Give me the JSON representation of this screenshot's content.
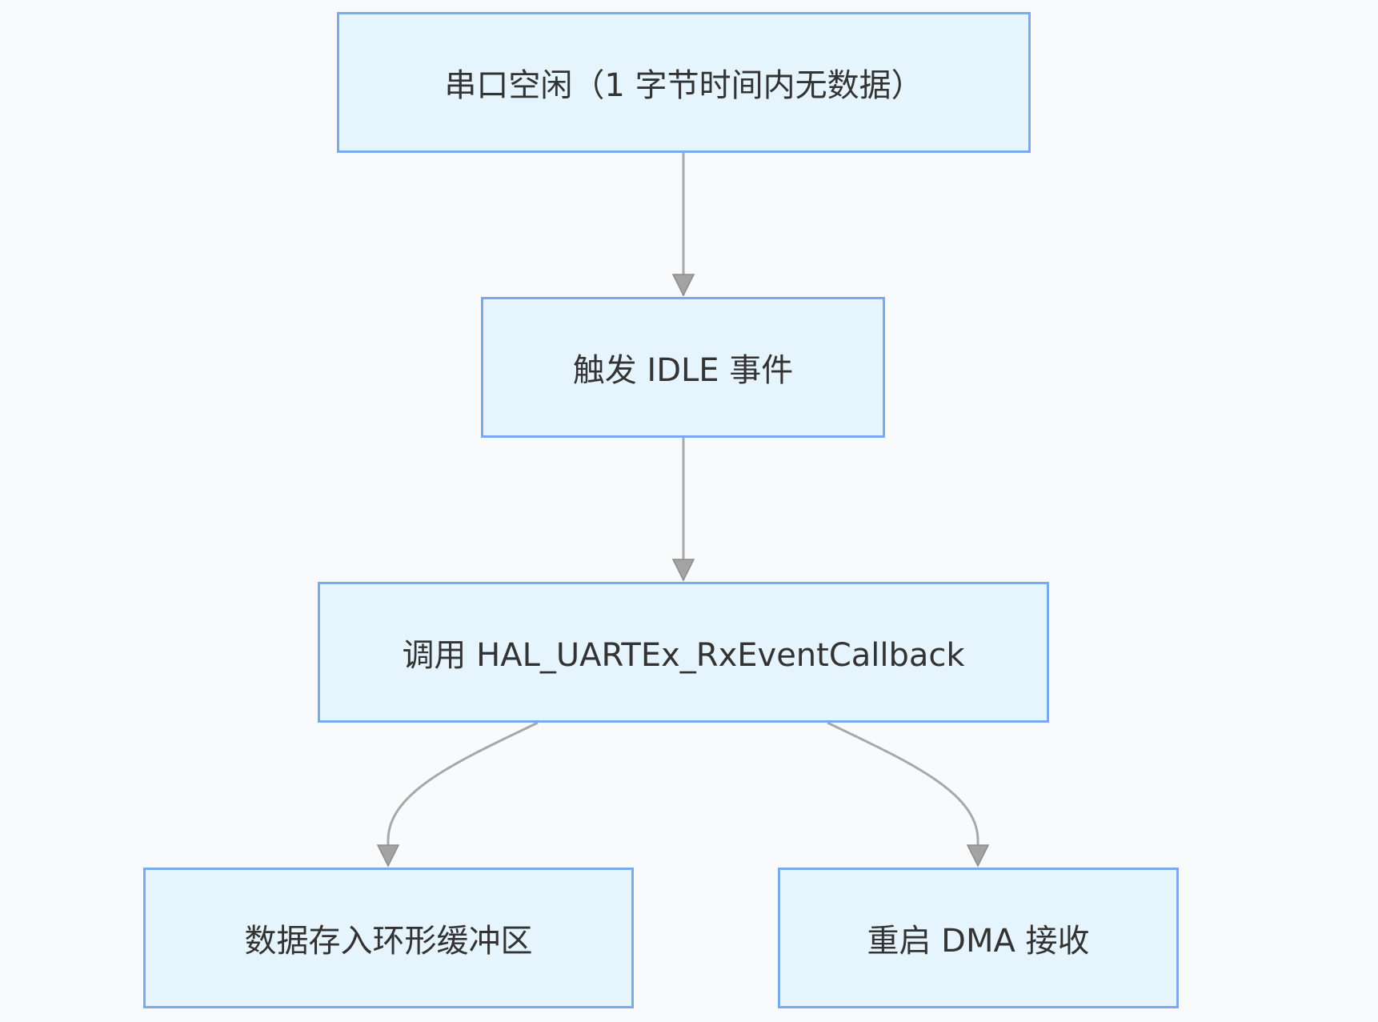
{
  "colors": {
    "background": "#f9fafb",
    "node_fill": "#e6f5fd",
    "node_border": "#7aa9ee",
    "edge": "#a3a3a3",
    "text": "#333333"
  },
  "nodes": [
    {
      "id": "n1",
      "label": "串口空闲（1 字节时间内无数据）"
    },
    {
      "id": "n2",
      "label": "触发 IDLE 事件"
    },
    {
      "id": "n3",
      "label": "调用 HAL_UARTEx_RxEventCallback"
    },
    {
      "id": "n4",
      "label": "数据存入环形缓冲区"
    },
    {
      "id": "n5",
      "label": "重启 DMA 接收"
    }
  ],
  "edges": [
    {
      "from": "n1",
      "to": "n2"
    },
    {
      "from": "n2",
      "to": "n3"
    },
    {
      "from": "n3",
      "to": "n4"
    },
    {
      "from": "n3",
      "to": "n5"
    }
  ]
}
